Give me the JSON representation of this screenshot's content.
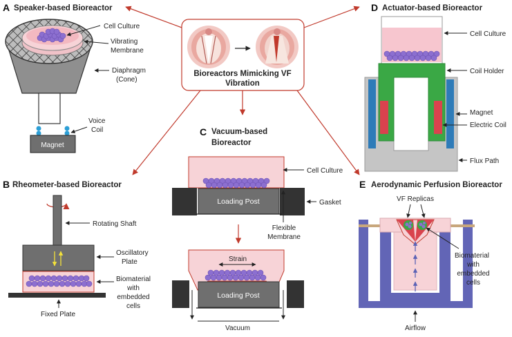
{
  "center": {
    "title_line1": "Bioreactors Mimicking VF",
    "title_line2": "Vibration"
  },
  "panels": {
    "a": {
      "letter": "A",
      "title": "Speaker-based Bioreactor",
      "labels": {
        "cell_culture": "Cell Culture",
        "vibrating_membrane_1": "Vibrating",
        "vibrating_membrane_2": "Membrane",
        "diaphragm_1": "Diaphragm",
        "diaphragm_2": "(Cone)",
        "voice_coil_1": "Voice",
        "voice_coil_2": "Coil",
        "magnet": "Magnet"
      }
    },
    "b": {
      "letter": "B",
      "title": "Rheometer-based Bioreactor",
      "labels": {
        "rotating_shaft": "Rotating Shaft",
        "oscillatory_plate_1": "Oscillatory",
        "oscillatory_plate_2": "Plate",
        "biomaterial_1": "Biomaterial",
        "biomaterial_2": "with",
        "biomaterial_3": "embedded",
        "biomaterial_4": "cells",
        "fixed_plate": "Fixed Plate"
      }
    },
    "c": {
      "letter": "C",
      "title_line1": "Vacuum-based",
      "title_line2": "Bioreactor",
      "labels": {
        "cell_culture": "Cell Culture",
        "loading_post": "Loading Post",
        "loading_post_2": "Loading Post",
        "gasket": "Gasket",
        "flexible_membrane_1": "Flexible",
        "flexible_membrane_2": "Membrane",
        "strain": "Strain",
        "vacuum": "Vacuum"
      }
    },
    "d": {
      "letter": "D",
      "title": "Actuator-based Bioreactor",
      "labels": {
        "cell_culture": "Cell Culture",
        "coil_holder": "Coil Holder",
        "magnet": "Magnet",
        "electric_coil": "Electric Coil",
        "flux_path": "Flux Path"
      }
    },
    "e": {
      "letter": "E",
      "title": "Aerodynamic Perfusion Bioreactor",
      "labels": {
        "vf_replicas": "VF Replicas",
        "biomaterial_1": "Biomaterial",
        "biomaterial_2": "with",
        "biomaterial_3": "embedded",
        "biomaterial_4": "cells",
        "airflow": "Airflow"
      }
    }
  },
  "colors": {
    "pink": "#f7d3d7",
    "red_arrow": "#c0392b",
    "cells": "#8c6fd0",
    "gray": "#6f6f6f",
    "green": "#3aa845",
    "blue": "#2e7bb8",
    "coil_red": "#d9434e",
    "purple": "#6265b6",
    "airflow_blue": "#5b62b5"
  }
}
